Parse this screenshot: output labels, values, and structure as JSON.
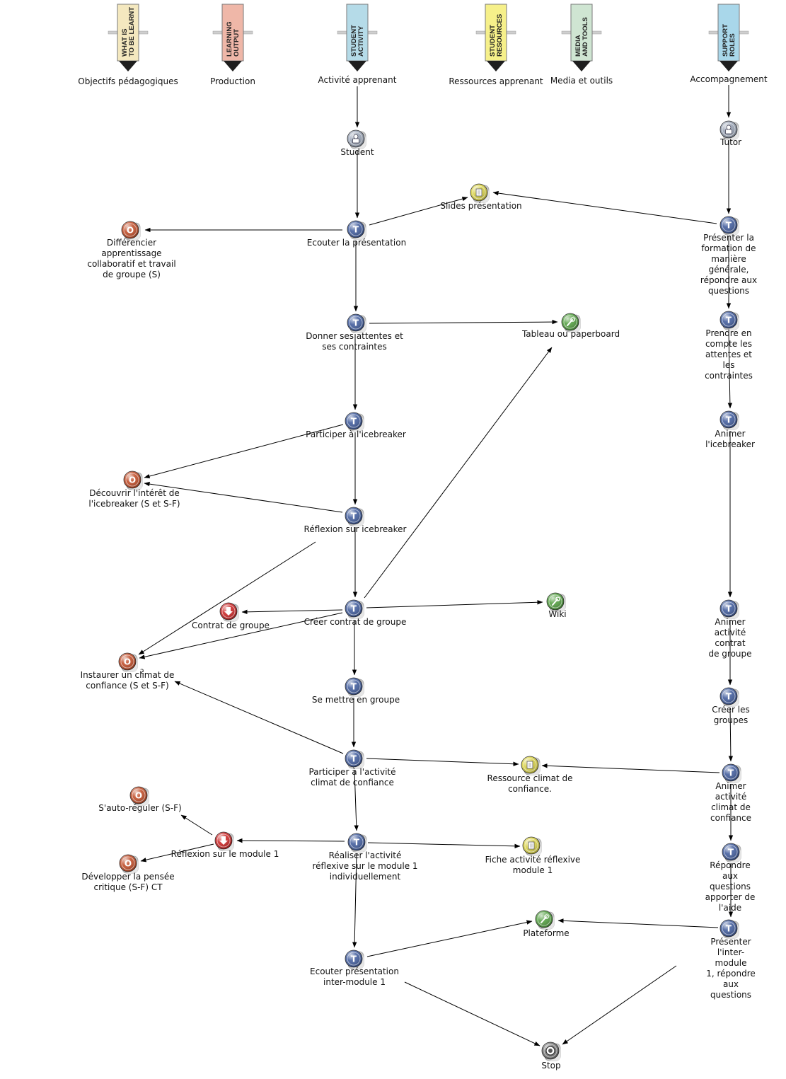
{
  "colors": {
    "tag_what": "#f4e8bf",
    "tag_output": "#efb7a8",
    "tag_activity": "#b5dbe8",
    "tag_resources": "#f6f08a",
    "tag_media": "#cfe5d2",
    "tag_support": "#a9d7ea",
    "node_task": "#445f9e",
    "node_output": "#c2502c",
    "node_product": "#cc2a2a",
    "node_resource": "#d9d24a",
    "node_tool": "#55a043",
    "node_role": "#9aa4b5",
    "node_stop": "#777777",
    "edge": "#000000"
  },
  "headers": {
    "what": {
      "tag": "WHAT IS TO BE LEARNT",
      "label": "Objectifs pédagogiques"
    },
    "output": {
      "tag": "LEARNING OUTPUT",
      "label": "Production"
    },
    "activity": {
      "tag": "STUDENT ACTIVITY",
      "label": "Activité apprenant"
    },
    "resources": {
      "tag": "STUDENT RESOURCES",
      "label": "Ressources apprenant"
    },
    "media": {
      "tag": "MEDIA AND TOOLS",
      "label": "Media et outils"
    },
    "support": {
      "tag": "SUPPORT ROLES",
      "label": "Accompagnement"
    }
  },
  "node_icons": {
    "task": "T",
    "output": "O",
    "role": "user-lock-icon",
    "resource": "document-icon",
    "tool": "wrench-icon",
    "product": "download-icon",
    "stop": "stop-icon"
  },
  "nodes": {
    "student": {
      "type": "role",
      "label": "Student"
    },
    "tutor": {
      "type": "role",
      "label": "Tutor"
    },
    "slides": {
      "type": "resource",
      "label": "Slides présentation"
    },
    "ecouter": {
      "type": "task",
      "label": "Ecouter la présentation"
    },
    "diff": {
      "type": "output",
      "label": "Différencier\napprentissage\ncollaboratif et travail\nde groupe (S)"
    },
    "presenter": {
      "type": "task",
      "label": "Présenter la formation de\nmanière générale,\nrépondre aux questions"
    },
    "donner": {
      "type": "task",
      "label": "Donner ses attentes et\nses contraintes"
    },
    "tableau": {
      "type": "tool",
      "label": "Tableau ou paperboard"
    },
    "prendre": {
      "type": "task",
      "label": "Prendre en compte les\nattentes et les\ncontraintes"
    },
    "participer_ice": {
      "type": "task",
      "label": "Participer à l'icebreaker"
    },
    "animer_ice": {
      "type": "task",
      "label": "Animer l'icebreaker"
    },
    "decouvrir": {
      "type": "output",
      "label": "Découvrir l'intérêt de\nl'icebreaker (S et S-F)"
    },
    "reflexion_ice": {
      "type": "task",
      "label": "Réflexion sur icebreaker"
    },
    "contrat": {
      "type": "product",
      "label": "Contrat de groupe"
    },
    "creer_contrat": {
      "type": "task",
      "label": "Créer contrat de groupe"
    },
    "wiki": {
      "type": "tool",
      "label": "Wiki"
    },
    "animer_contrat": {
      "type": "task",
      "label": "Animer activité contrat\nde groupe"
    },
    "instaurer": {
      "type": "output",
      "label": "Instaurer un climat de\nconfiance (S et S-F)",
      "count": "2"
    },
    "se_mettre": {
      "type": "task",
      "label": "Se mettre en groupe"
    },
    "creer_groupes": {
      "type": "task",
      "label": "Créer les groupes"
    },
    "participer_climat": {
      "type": "task",
      "label": "Participer à l'activité\nclimat de confiance"
    },
    "ressource_climat": {
      "type": "resource",
      "label": "Ressource climat de\nconfiance."
    },
    "animer_climat": {
      "type": "task",
      "label": "Animer activité climat de\nconfiance"
    },
    "auto_reguler": {
      "type": "output",
      "label": "S'auto-réguler (S-F)"
    },
    "reflexion_mod": {
      "type": "product",
      "label": "Réflexion sur le module 1"
    },
    "realiser": {
      "type": "task",
      "label": "Réaliser l'activité\nréflexive sur le module 1\nindividuellement"
    },
    "fiche": {
      "type": "resource",
      "label": "Fiche activité réflexive\nmodule 1"
    },
    "developper": {
      "type": "output",
      "label": "Développer la pensée\ncritique (S-F) CT"
    },
    "repondre": {
      "type": "task",
      "label": "Répondre aux questions\napporter de l'aide"
    },
    "plateforme": {
      "type": "tool",
      "label": "Plateforme"
    },
    "presenter_inter": {
      "type": "task",
      "label": "Présenter l'inter-module\n1, répondre aux questions"
    },
    "ecouter_inter": {
      "type": "task",
      "label": "Ecouter présentation\ninter-module 1"
    },
    "stop": {
      "type": "stop",
      "label": "Stop"
    }
  }
}
